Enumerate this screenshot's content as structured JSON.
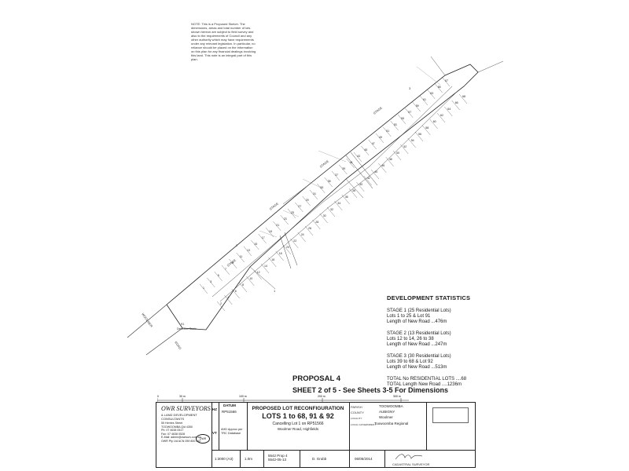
{
  "note": "NOTE: This is a Proposed Sketch. The dimensions, areas and total number of lots shown hereon are subject to field survey and also to the requirements of Council and any other authority which may have requirements under any relevant legislation. In particular, no reliance should be placed on the information on this plan for any financial dealings involving this land. This note is an integral part of this plan.",
  "map": {
    "stage_labels": [
      "STAGE",
      "STAGE",
      "STAGE",
      "STAGE"
    ],
    "stage_numbers": [
      "3",
      "2",
      "1"
    ],
    "road_labels": [
      "WOOLMER",
      "ROAD"
    ],
    "lot_61": "91",
    "lot_61_name": "Detention Basin",
    "lot_numbers": [
      "1",
      "2",
      "3",
      "4",
      "5",
      "6",
      "7",
      "8",
      "9",
      "10",
      "11",
      "12",
      "13",
      "14",
      "15",
      "16",
      "17",
      "18",
      "19",
      "20",
      "21",
      "22",
      "23",
      "24",
      "25",
      "26",
      "27",
      "28",
      "29",
      "30",
      "31",
      "32",
      "33",
      "34",
      "35",
      "36",
      "37",
      "38",
      "39",
      "40",
      "41",
      "42",
      "43",
      "44",
      "45",
      "46",
      "47",
      "48",
      "49",
      "50",
      "51",
      "52",
      "53",
      "54",
      "55",
      "56",
      "57",
      "58",
      "59",
      "60",
      "61",
      "62",
      "63",
      "64",
      "65",
      "66",
      "67",
      "68"
    ]
  },
  "stats": {
    "heading": "DEVELOPMENT STATISTICS",
    "stage1": [
      "STAGE 1 (25 Residential Lots)",
      "Lots 1 to 25 & Lot 91",
      "Length of New Road ...476m"
    ],
    "stage2": [
      "STAGE 2 (13 Residential Lots)",
      "Lots 12 to 14, 26 to 38",
      "Length of New Road ...247m"
    ],
    "stage3": [
      "STAGE 3 (30 Residential Lots)",
      "Lots 39 to 68 & Lot 92",
      "Length of New Road ...513m"
    ],
    "totals": [
      "TOTAL No RESIDENTIAL LOTS ....68",
      "TOTAL Length New Road ....1236m"
    ]
  },
  "proposal": "PROPOSAL 4",
  "sheet": "SHEET 2 of 5 - See Sheets 3-5 For Dimensions",
  "scale": {
    "labels": [
      "0",
      "30 m",
      "100 m",
      "200 m",
      "300 m"
    ]
  },
  "titleblock": {
    "company": "OWR SURVEYORS",
    "company2": "& LAND DEVELOPMENT CONSULTANTS",
    "address": [
      "55 Herries Street",
      "TOOWOOMBA Qld 4350",
      "Ph: 07 4638 0517",
      "Fax: 07 4638 0528",
      "E-Mail: admin@owrsurv.com.au",
      "OWR Pty Ltd  ACN 059 800 010"
    ],
    "logo": "OWR",
    "hz": "HZ",
    "vt": "VT",
    "datum_label": "DATUM",
    "datum_hz": "RP51566",
    "datum_vt": "AHD Approx per TRC Database",
    "title1": "PROPOSED LOT RECONFIGURATION",
    "title2": "LOTS 1 to 68, 91 & 92",
    "title3": "Cancelling Lot 1 on RP51566",
    "title4": "Woolmer Road, Highfields",
    "parish_label": "PARISH",
    "parish": "TOOWOOMBA",
    "county_label": "COUNTY",
    "county": "AUBIGNY",
    "locality_label": "LOCALITY",
    "locality": "Woolmer",
    "lga_label": "LOCAL GOVERNMENT",
    "lga": "Toowoomba Regional",
    "scale_val": "1:3000 (A3)",
    "ci": "1.0m",
    "ref": "5542 Prop 4",
    "ref2": "5542-05-13",
    "drawn": "D. Grubb",
    "date": "06/05/2014",
    "surveyor": "CADASTRAL SURVEYOR"
  }
}
